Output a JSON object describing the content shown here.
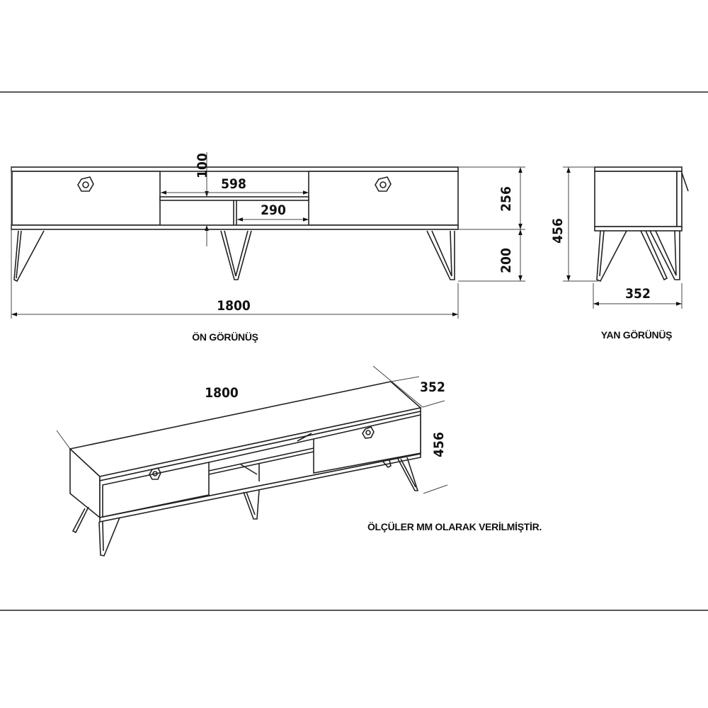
{
  "front_view": {
    "title": "ÖN GÖRÜNÜŞ",
    "dims": {
      "top_gap": "100",
      "shelf_width": "598",
      "compartment_width": "290",
      "body_height": "256",
      "leg_height": "200",
      "total_width": "1800"
    }
  },
  "side_view": {
    "title": "YAN GÖRÜNÜŞ",
    "dims": {
      "total_height": "456",
      "depth": "352"
    }
  },
  "iso_view": {
    "dims": {
      "width": "1800",
      "depth": "352",
      "height": "456"
    }
  },
  "note": "ÖLÇÜLER MM OLARAK VERİLMİŞTİR."
}
